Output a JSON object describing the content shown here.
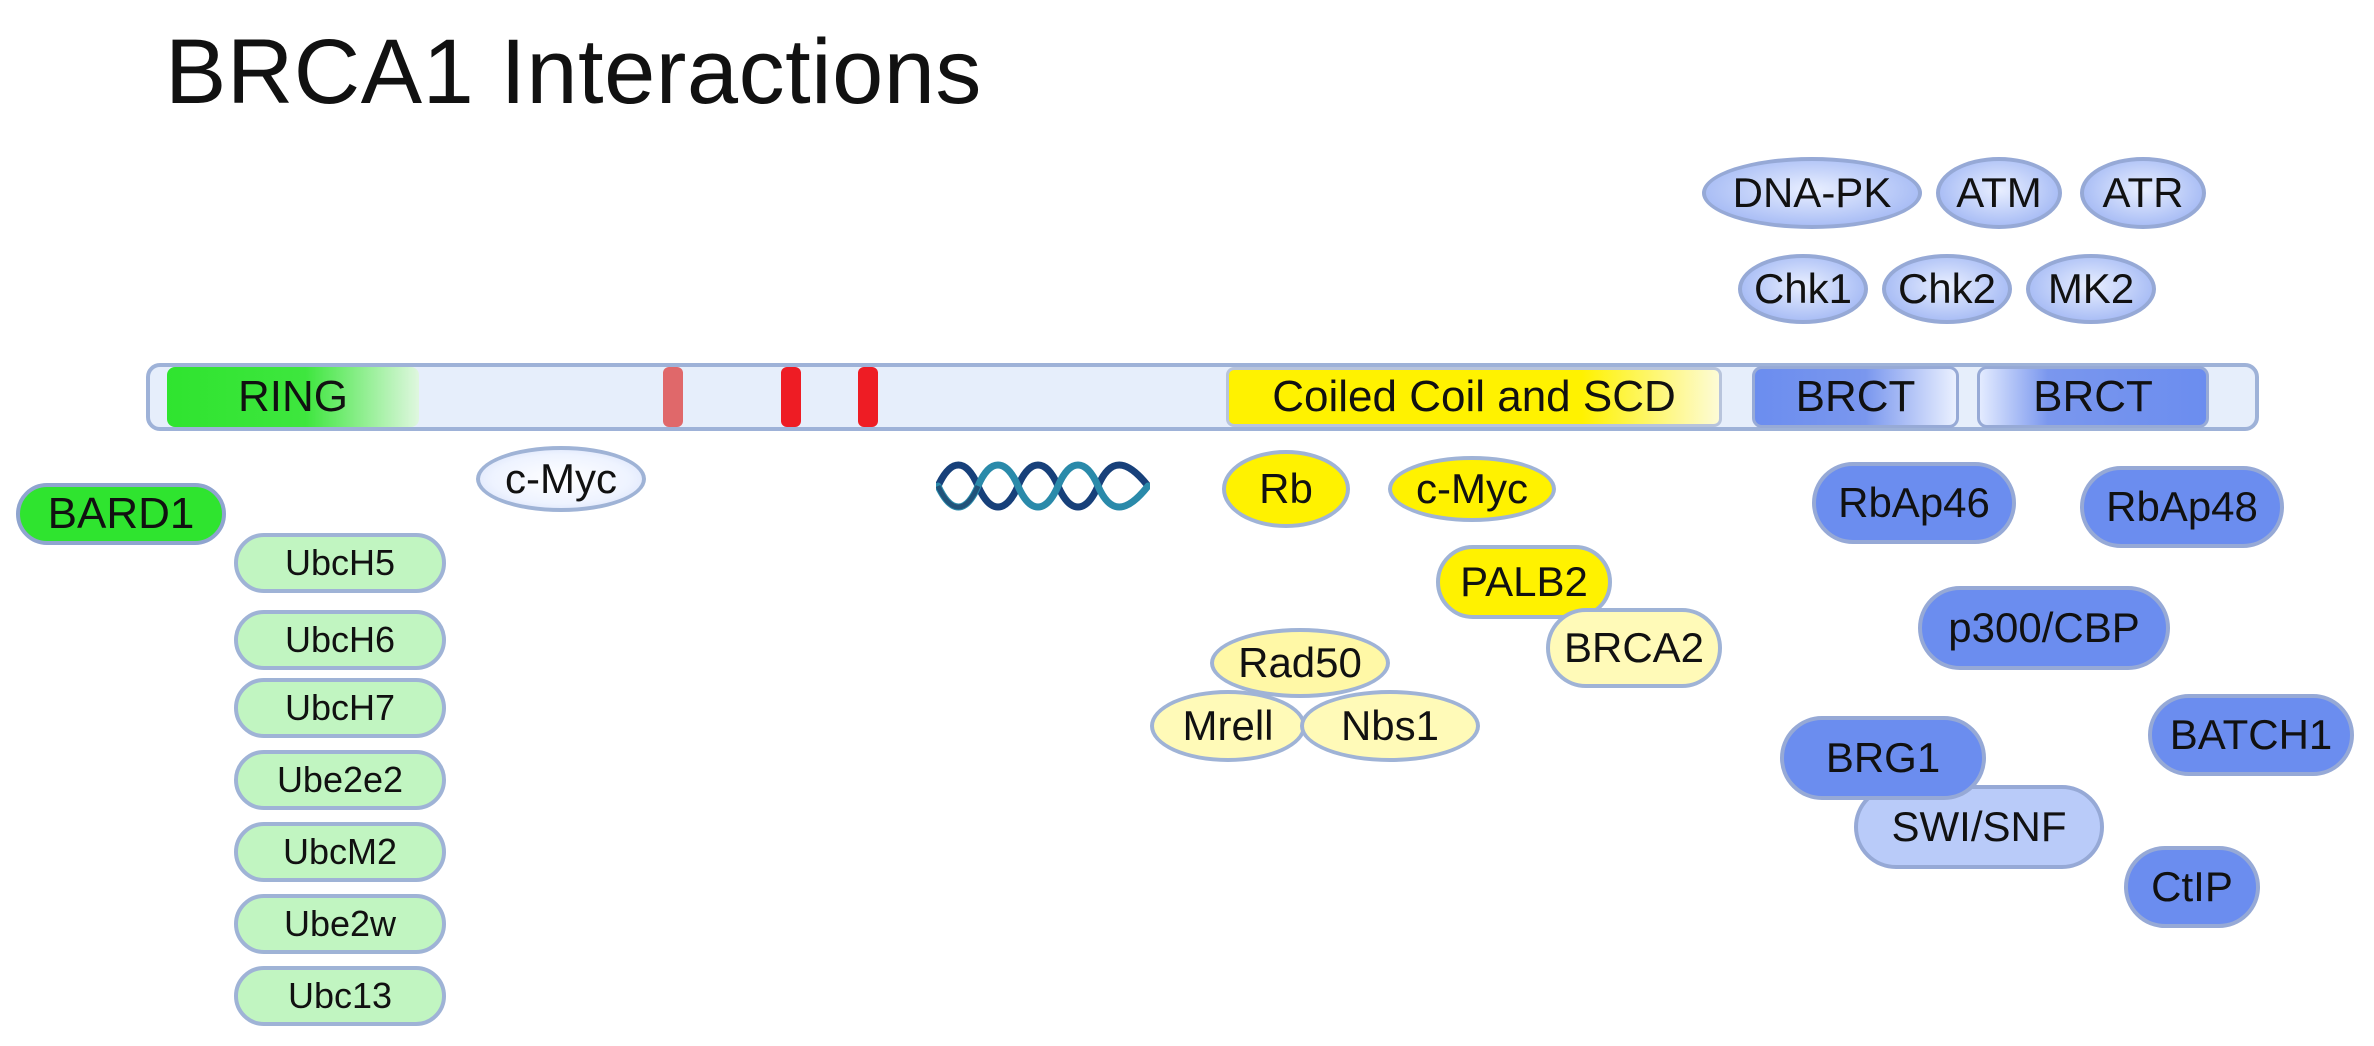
{
  "title": "BRCA1 Interactions",
  "colors": {
    "ring_green": "#2fe42f",
    "light_green": "#c1f5c1",
    "yellow": "#fff200",
    "light_yellow": "#fffab8",
    "blue": "#6b8def",
    "light_blue": "#b9cbf9",
    "motif_red": "#ee1c24",
    "outline": "#9fb3d6"
  },
  "domains": {
    "ring": "RING",
    "coiled_coil": "Coiled Coil and SCD",
    "brct_1": "BRCT",
    "brct_2": "BRCT"
  },
  "kinases": {
    "row1": [
      "DNA-PK",
      "ATM",
      "ATR"
    ],
    "row2": [
      "Chk1",
      "Chk2",
      "MK2"
    ]
  },
  "ring_partners": {
    "bard1": "BARD1",
    "e2_enzymes": [
      "UbcH5",
      "UbcH6",
      "UbcH7",
      "Ube2e2",
      "UbcM2",
      "Ube2w",
      "Ubc13"
    ]
  },
  "middle_partners": {
    "cmyc_left": "c-Myc",
    "dna_icon": "dna-helix-icon"
  },
  "coiled_coil_partners": {
    "rb": "Rb",
    "cmyc": "c-Myc",
    "palb2": "PALB2",
    "brca2": "BRCA2",
    "rad50": "Rad50",
    "mre11": "Mrell",
    "nbs1": "Nbs1"
  },
  "brct_partners": {
    "rbap46": "RbAp46",
    "rbap48": "RbAp48",
    "p300_cbp": "p300/CBP",
    "batch1": "BATCH1",
    "brg1": "BRG1",
    "swi_snf": "SWI/SNF",
    "ctip": "CtIP"
  }
}
